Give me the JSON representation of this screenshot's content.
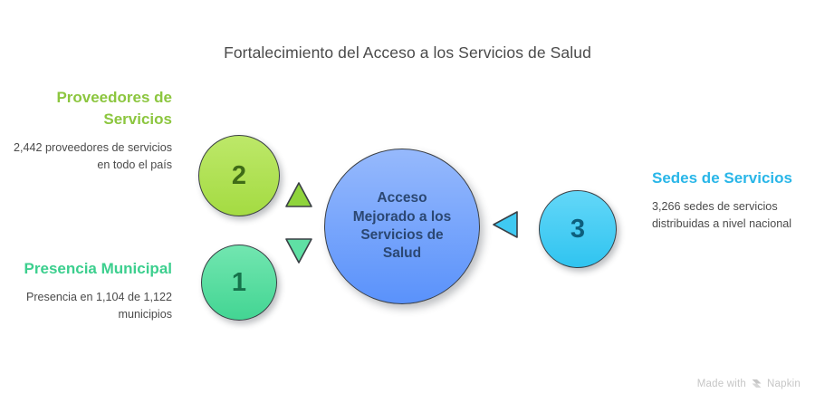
{
  "title": "Fortalecimiento del Acceso a los Servicios de Salud",
  "hub": {
    "label": "Acceso\nMejorado a los\nServicios de\nSalud",
    "color": "#5a92fb"
  },
  "nodes": [
    {
      "number": "1",
      "heading": "Presencia Municipal",
      "body": "Presencia en 1,104 de 1,122 municipios",
      "color": "#43d593",
      "side": "left"
    },
    {
      "number": "2",
      "heading": "Proveedores de Servicios",
      "body": "2,442 proveedores de servicios en todo el país",
      "color": "#a4db42",
      "side": "left"
    },
    {
      "number": "3",
      "heading": "Sedes de Servicios",
      "body": "3,266 sedes de servicios distribuidas a nivel nacional",
      "color": "#30c4f0",
      "side": "right"
    }
  ],
  "connectors": [
    {
      "name": "triangle-up",
      "direction": "up",
      "color": "#8fd43c"
    },
    {
      "name": "triangle-down",
      "direction": "down",
      "color": "#5fe0a4"
    },
    {
      "name": "triangle-left",
      "direction": "left",
      "color": "#3fc9f2"
    }
  ],
  "watermark": {
    "text": "Made with",
    "brand": "Napkin",
    "icon": "napkin-logo-icon"
  },
  "chart_data": {
    "type": "diagram",
    "title": "Fortalecimiento del Acceso a los Servicios de Salud",
    "center": "Acceso Mejorado a los Servicios de Salud",
    "categories": [
      "Presencia Municipal",
      "Proveedores de Servicios",
      "Sedes de Servicios"
    ],
    "values": [
      1104,
      2442,
      3266
    ],
    "value_labels": [
      "1,104 de 1,122 municipios",
      "2,442 proveedores",
      "3,266 sedes"
    ],
    "node_numbers": [
      "1",
      "2",
      "3"
    ]
  }
}
